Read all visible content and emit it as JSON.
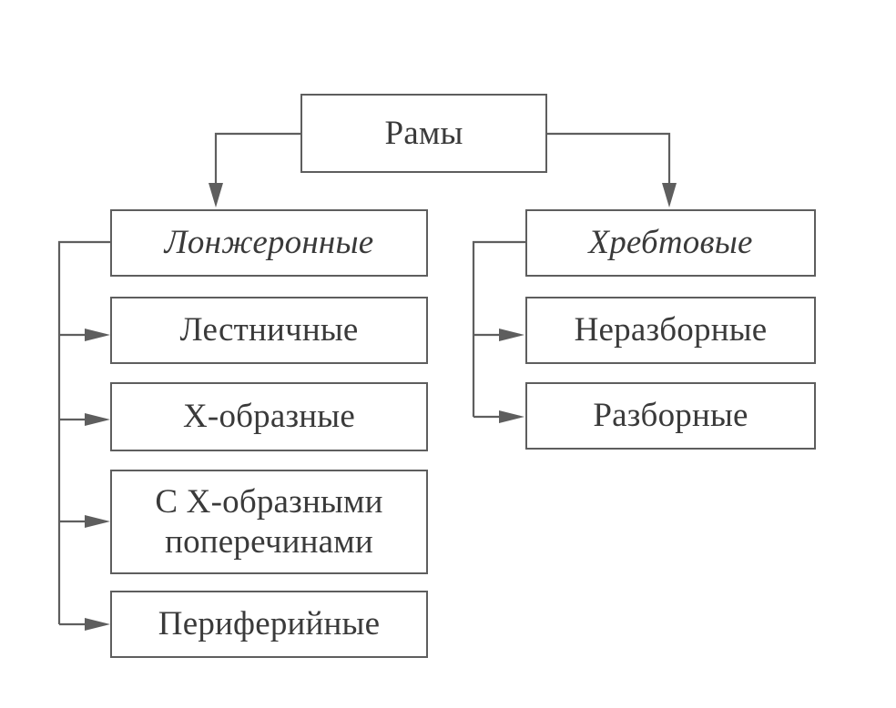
{
  "diagram": {
    "root": {
      "label": "Рамы"
    },
    "groups": [
      {
        "label": "Лонжеронные",
        "items": [
          {
            "label": "Лестничные"
          },
          {
            "label": "Х-образные"
          },
          {
            "label": "С Х-образными поперечинами"
          },
          {
            "label": "Периферийные"
          }
        ]
      },
      {
        "label": "Хребтовые",
        "items": [
          {
            "label": "Неразборные"
          },
          {
            "label": "Разборные"
          }
        ]
      }
    ]
  }
}
